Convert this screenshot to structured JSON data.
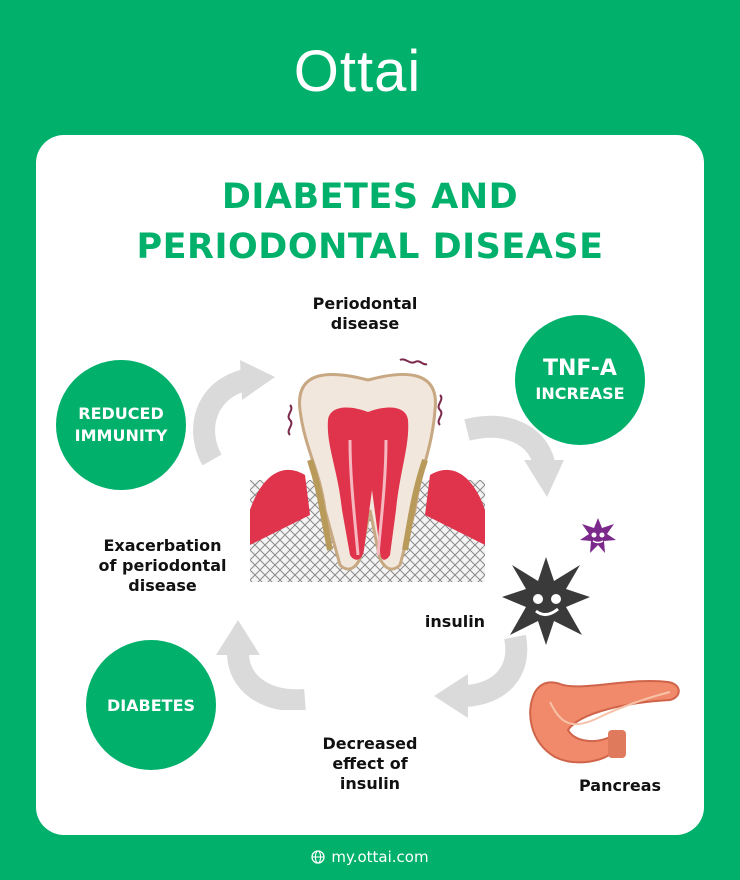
{
  "brand": {
    "name": "Ottai"
  },
  "title": {
    "line1": "DIABETES AND",
    "line2": "PERIODONTAL DISEASE"
  },
  "circles": {
    "reduced_immunity": {
      "line1": "REDUCED",
      "line2": "IMMUNITY"
    },
    "tnf": {
      "line1": "TNF-A",
      "line2": "INCREASE"
    },
    "diabetes": {
      "label": "DIABETES"
    }
  },
  "labels": {
    "periodontal": {
      "line1": "Periodontal",
      "line2": "disease"
    },
    "exacerbation": {
      "line1": "Exacerbation",
      "line2": "of periodontal",
      "line3": "disease"
    },
    "insulin": "insulin",
    "decreased": {
      "line1": "Decreased",
      "line2": "effect of",
      "line3": "insulin"
    },
    "pancreas": "Pancreas"
  },
  "footer": {
    "url": "my.ottai.com"
  },
  "icons": [
    "tooth-icon",
    "curved-arrow-icon",
    "bacteria-icon",
    "pancreas-icon",
    "globe-icon"
  ],
  "colors": {
    "brand_green": "#00b06b",
    "gum_red": "#e0344c",
    "bacteria_purple": "#7b2a8c",
    "bacteria_dark": "#3a3a3a",
    "pancreas_orange": "#f08a6a"
  }
}
